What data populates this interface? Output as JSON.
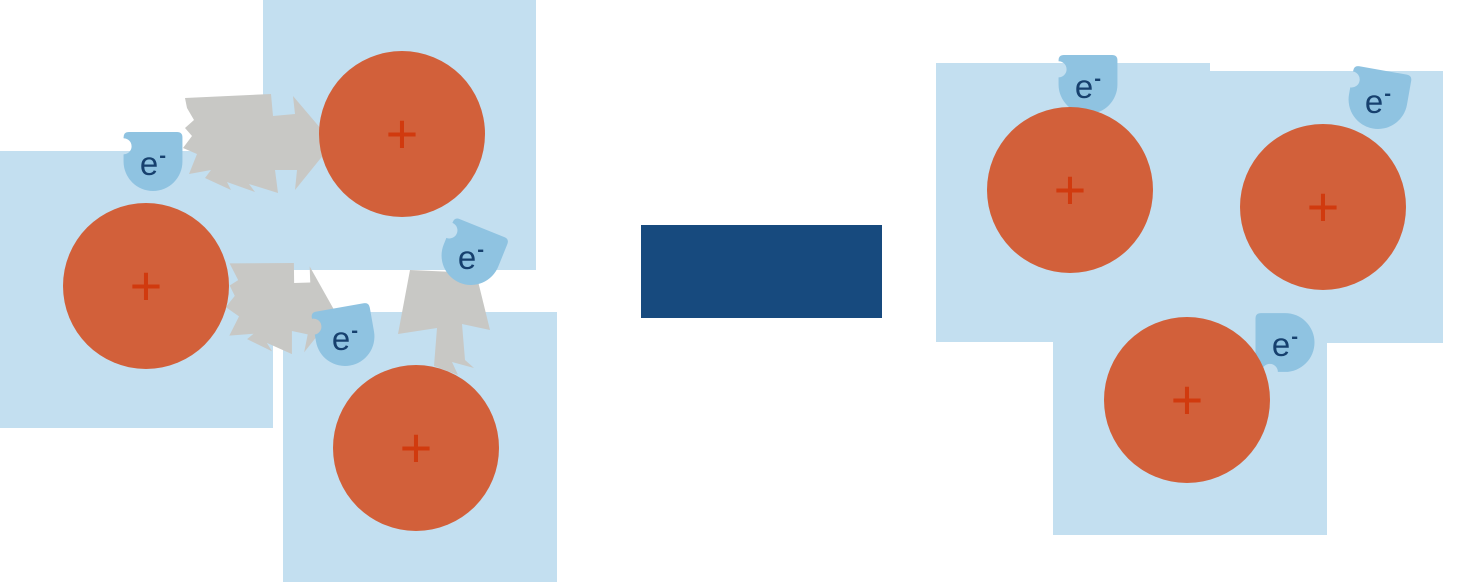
{
  "diagram": {
    "subject": "atoms releasing electrons to form positive ions",
    "atom_symbol": "+",
    "electron_label": {
      "base": "e",
      "sup": "-"
    },
    "left_group": {
      "atom_count": 3,
      "electron_count": 3,
      "arrow_count": 3
    },
    "right_group": {
      "atom_count": 3,
      "electron_count": 3
    },
    "colors": {
      "background": "#ffffff",
      "cloud_square_blue": "#c3dff0",
      "electron_blue": "#8fc3e1",
      "electron_text_navy": "#16406e",
      "atom_orange": "#d2603a",
      "plus_red": "#d13a0e",
      "arrow_gray": "#c8c8c5",
      "transition_bar_navy": "#174a7e"
    }
  }
}
